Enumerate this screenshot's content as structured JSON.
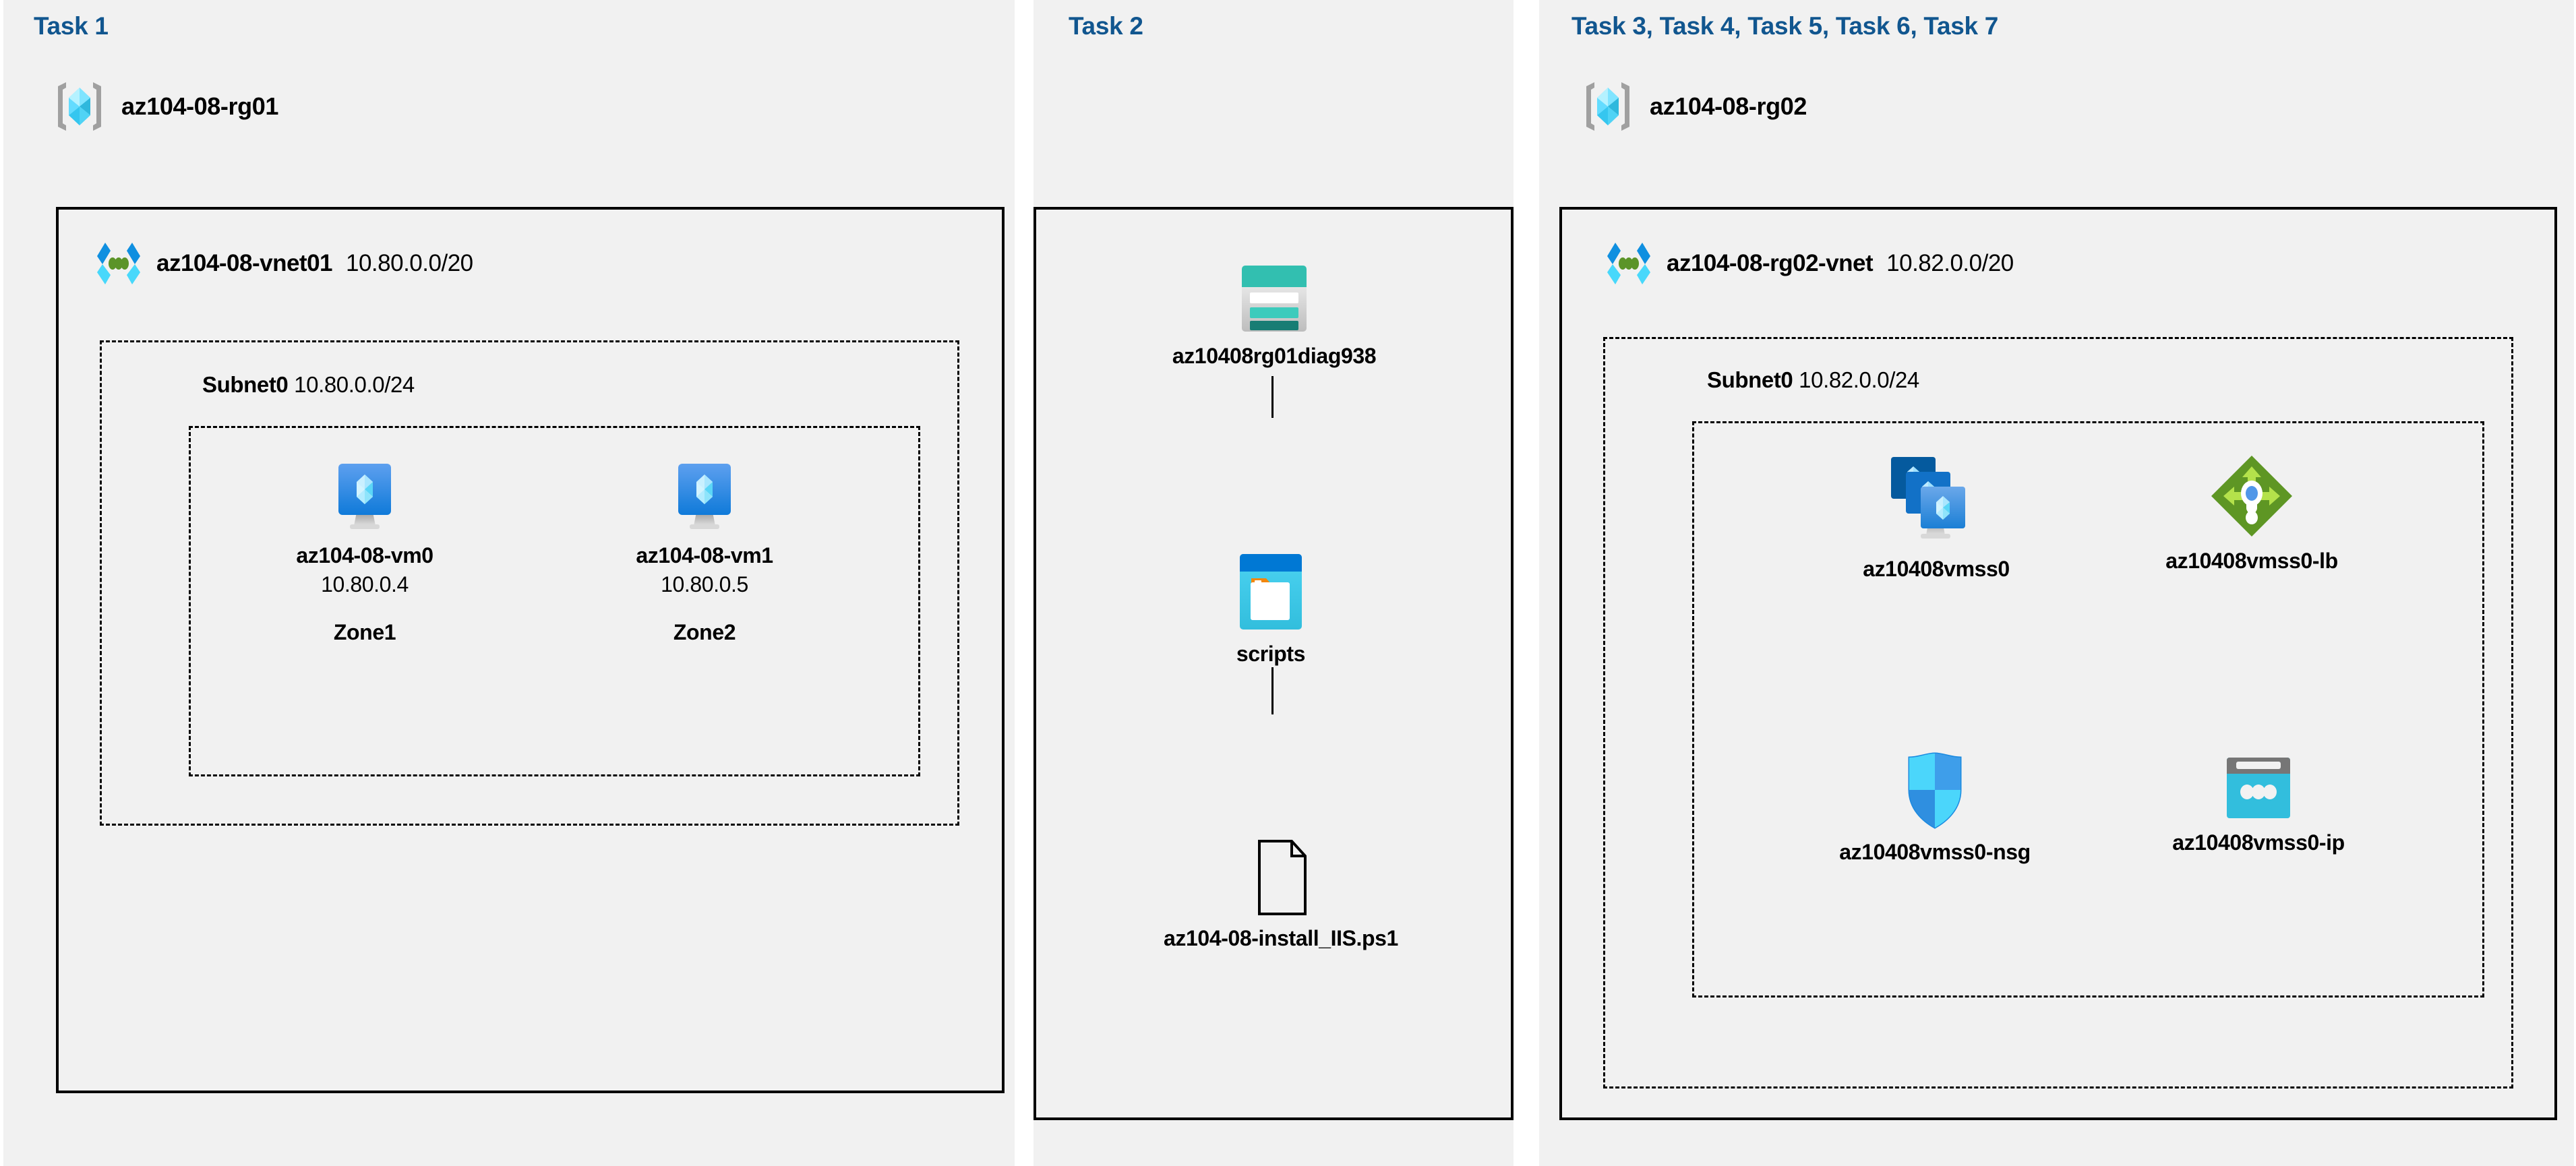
{
  "diagram": {
    "title": "Azure AZ-104 Lab 08 architecture diagram",
    "background_color": "#ffffff",
    "panel_color": "#f1f1f1",
    "heading_color": "#11568f",
    "border_color": "#000000"
  },
  "panels": [
    {
      "heading": "Task 1",
      "resource_group": {
        "icon": "resource-group-icon",
        "name": "az104-08-rg01"
      },
      "vnet": {
        "icon": "virtual-network-icon",
        "name": "az104-08-vnet01",
        "cidr": "10.80.0.0/20"
      },
      "subnet": {
        "name": "Subnet0",
        "cidr": "10.80.0.0/24"
      },
      "resources": [
        {
          "icon": "virtual-machine-icon",
          "name": "az104-08-vm0",
          "ip": "10.80.0.4",
          "zone": "Zone1"
        },
        {
          "icon": "virtual-machine-icon",
          "name": "az104-08-vm1",
          "ip": "10.80.0.5",
          "zone": "Zone2"
        }
      ]
    },
    {
      "heading": "Task 2",
      "resources": [
        {
          "icon": "storage-account-icon",
          "name": "az10408rg01diag938"
        },
        {
          "icon": "blob-container-icon",
          "name": "scripts"
        },
        {
          "icon": "file-icon",
          "name": "az104-08-install_IIS.ps1"
        }
      ]
    },
    {
      "heading": "Task 3, Task 4, Task 5, Task 6, Task 7",
      "resource_group": {
        "icon": "resource-group-icon",
        "name": "az104-08-rg02"
      },
      "vnet": {
        "icon": "virtual-network-icon",
        "name": "az104-08-rg02-vnet",
        "cidr": "10.82.0.0/20"
      },
      "subnet": {
        "name": "Subnet0",
        "cidr": "10.82.0.0/24"
      },
      "resources": [
        {
          "icon": "vm-scale-set-icon",
          "name": "az10408vmss0"
        },
        {
          "icon": "load-balancer-icon",
          "name": "az10408vmss0-lb"
        },
        {
          "icon": "network-security-group-icon",
          "name": "az10408vmss0-nsg"
        },
        {
          "icon": "public-ip-address-icon",
          "name": "az10408vmss0-ip"
        }
      ]
    }
  ],
  "colors": {
    "azure_blue": "#0078d4",
    "cyan": "#32bedd",
    "teal": "#2bbfae",
    "green": "#5e9624",
    "gray": "#a3a3a3"
  }
}
